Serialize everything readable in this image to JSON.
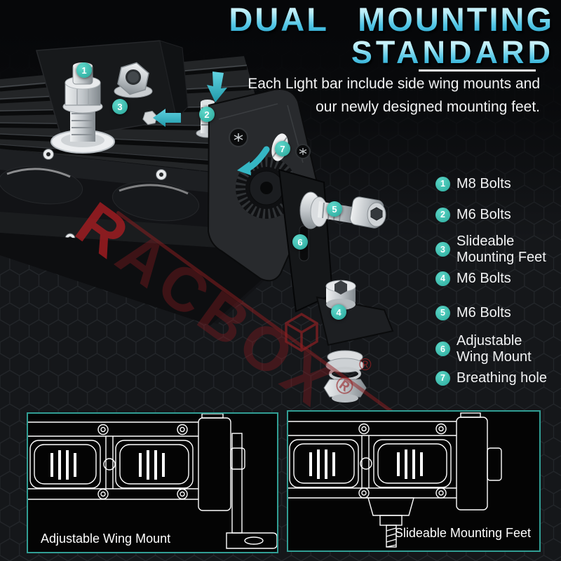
{
  "title": {
    "line1": "DUAL MOUNTING",
    "line2": "STANDARD"
  },
  "subtitle": {
    "line1": "Each Light bar include side wing mounts and",
    "line2": "our newly designed mounting feet."
  },
  "legend": {
    "items": [
      {
        "num": "1",
        "line1": "M8 Bolts",
        "line2": ""
      },
      {
        "num": "2",
        "line1": "M6 Bolts",
        "line2": ""
      },
      {
        "num": "3",
        "line1": "Slideable",
        "line2": "Mounting Feet"
      },
      {
        "num": "4",
        "line1": "M6 Bolts",
        "line2": ""
      },
      {
        "num": "5",
        "line1": "M6 Bolts",
        "line2": ""
      },
      {
        "num": "6",
        "line1": "Adjustable",
        "line2": "Wing Mount"
      },
      {
        "num": "7",
        "line1": "Breathing hole",
        "line2": ""
      }
    ]
  },
  "photo": {
    "markers": [
      {
        "num": "1"
      },
      {
        "num": "2"
      },
      {
        "num": "3"
      },
      {
        "num": "4"
      },
      {
        "num": "5"
      },
      {
        "num": "6"
      },
      {
        "num": "7"
      }
    ]
  },
  "diagrams": {
    "left_caption": "Adjustable Wing Mount",
    "right_caption": "Slideable Mounting Feet"
  },
  "watermark": {
    "brand": "RACBOX",
    "reg": "®"
  },
  "colors": {
    "accent_teal": "#38bdb2",
    "title_cyan": "#3cc3e6",
    "diagram_border": "#319e94",
    "watermark_red": "#8a1c1f"
  }
}
